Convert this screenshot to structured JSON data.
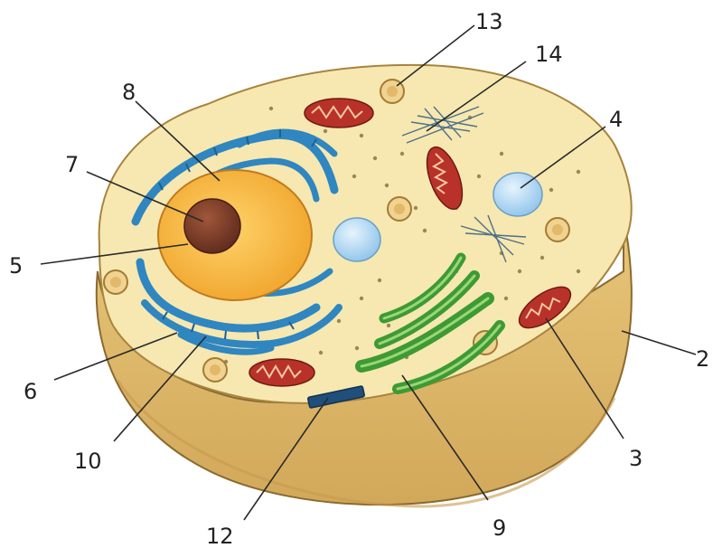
{
  "labels": {
    "l2": "2",
    "l3": "3",
    "l4": "4",
    "l5": "5",
    "l6": "6",
    "l7": "7",
    "l8": "8",
    "l9": "9",
    "l10": "10",
    "l12": "12",
    "l13": "13",
    "l14": "14"
  },
  "colors": {
    "cytoplasm": "#f6e8b0",
    "membrane_side": "#e0bd6e",
    "nucleus": "#f5b23a",
    "nucleolus": "#7a3a28",
    "er": "#2f86c0",
    "golgi": "#3e9a33",
    "mitochondria": "#b8322a",
    "vacuole": "#b9dcf3"
  }
}
